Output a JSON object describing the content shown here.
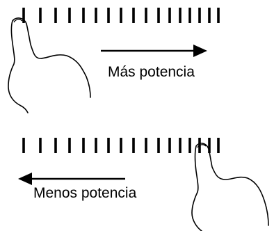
{
  "top_panel": {
    "label": "Más potencia",
    "direction": "right",
    "tick_count": 16
  },
  "bottom_panel": {
    "label": "Menos potencia",
    "direction": "left",
    "tick_count": 16
  },
  "colors": {
    "ink": "#000000",
    "background": "#ffffff"
  }
}
